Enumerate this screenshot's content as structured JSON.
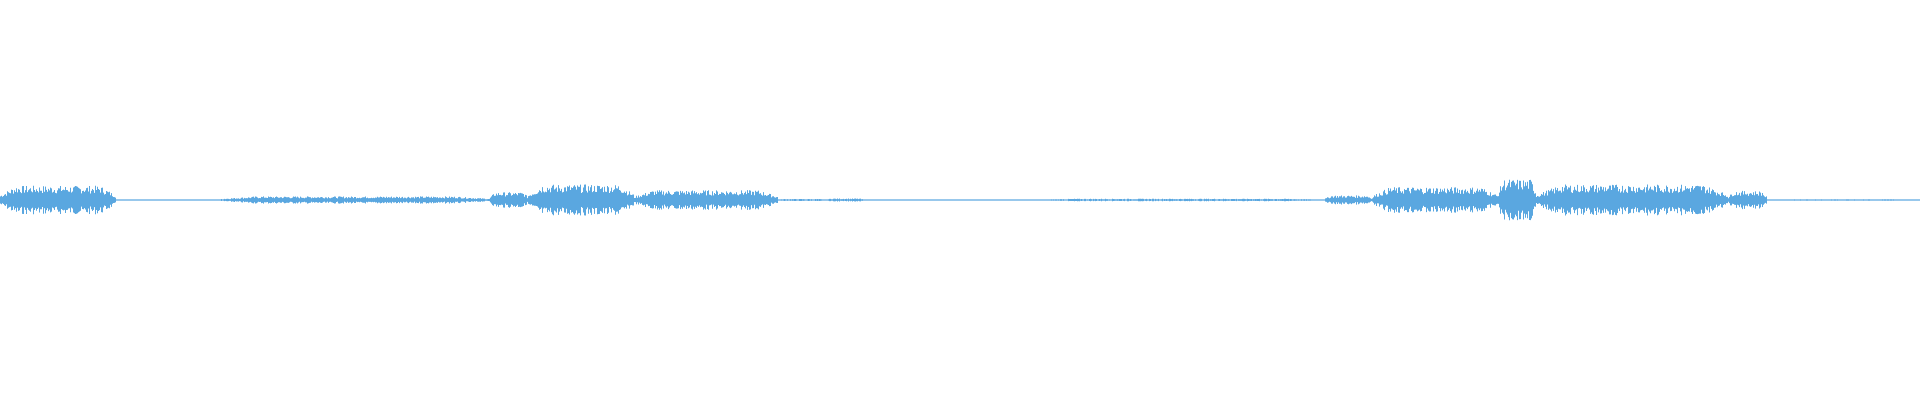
{
  "waveform": {
    "color": "#5aa7e0",
    "background": "#ffffff",
    "segments": [
      {
        "start": 0.0,
        "end": 0.06,
        "level": 0.55
      },
      {
        "start": 0.06,
        "end": 0.115,
        "level": 0.02
      },
      {
        "start": 0.115,
        "end": 0.255,
        "level": 0.14
      },
      {
        "start": 0.255,
        "end": 0.275,
        "level": 0.3
      },
      {
        "start": 0.275,
        "end": 0.33,
        "level": 0.6
      },
      {
        "start": 0.33,
        "end": 0.405,
        "level": 0.38
      },
      {
        "start": 0.405,
        "end": 0.43,
        "level": 0.04
      },
      {
        "start": 0.43,
        "end": 0.45,
        "level": 0.06
      },
      {
        "start": 0.45,
        "end": 0.54,
        "level": 0.02
      },
      {
        "start": 0.54,
        "end": 0.69,
        "level": 0.05
      },
      {
        "start": 0.69,
        "end": 0.715,
        "level": 0.18
      },
      {
        "start": 0.715,
        "end": 0.78,
        "level": 0.5
      },
      {
        "start": 0.78,
        "end": 0.8,
        "level": 0.8
      },
      {
        "start": 0.8,
        "end": 0.9,
        "level": 0.6
      },
      {
        "start": 0.9,
        "end": 0.92,
        "level": 0.35
      },
      {
        "start": 0.92,
        "end": 1.0,
        "level": 0.03
      }
    ]
  }
}
